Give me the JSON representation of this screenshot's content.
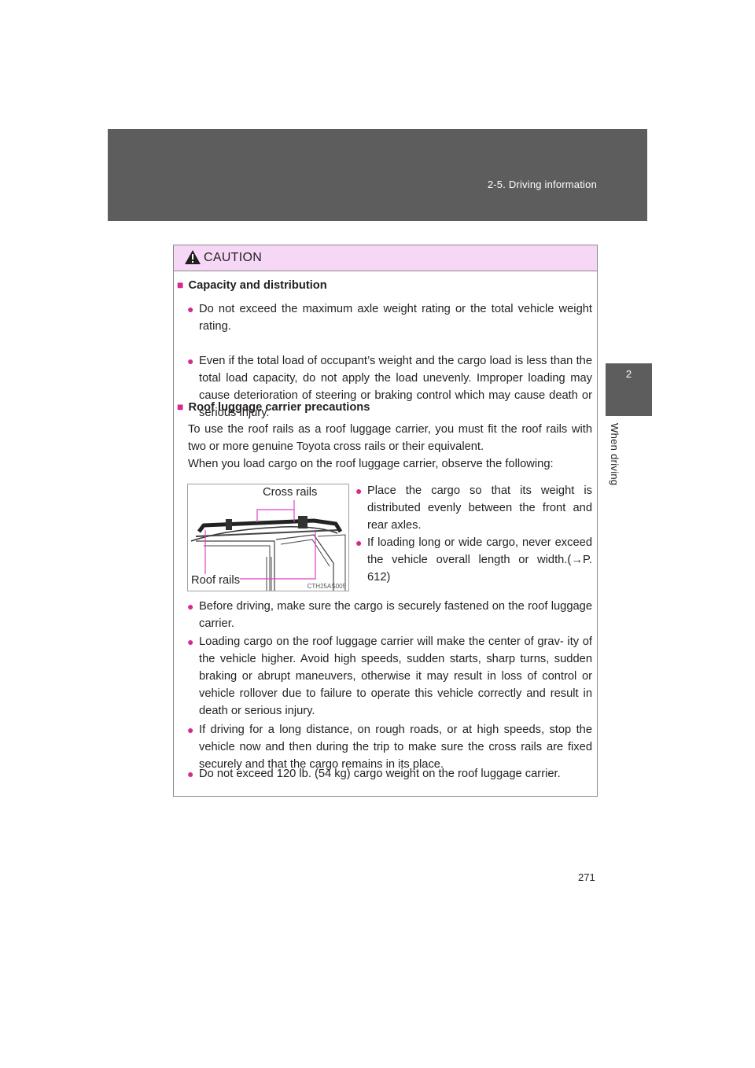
{
  "header": {
    "section": "2-5. Driving information"
  },
  "side_tab": {
    "number": "2",
    "label": "When driving"
  },
  "caution": {
    "title": "CAUTION",
    "sections": [
      {
        "heading": "Capacity and distribution",
        "bullets": [
          "Do not exceed the maximum axle weight rating or the total vehicle weight rating.",
          "Even if the total load of occupant’s weight and the cargo load is less than the total load capacity, do not apply the load unevenly. Improper loading may cause deterioration of steering or braking control which may cause death or serious injury."
        ]
      },
      {
        "heading": "Roof luggage carrier precautions",
        "paragraphs": [
          "To use the roof rails as a roof luggage carrier, you must fit the roof rails with two or more genuine Toyota cross rails or their equivalent.",
          "When you load cargo on the roof luggage carrier, observe the following:"
        ],
        "figure": {
          "label_cross_rails": "Cross rails",
          "label_roof_rails": "Roof rails",
          "code": "CTH25AS005"
        },
        "side_bullets": [
          "Place the cargo so that its weight is distributed evenly between the front and rear axles.",
          "If loading long or wide cargo, never exceed the vehicle overall length or width.(→P. 612)"
        ],
        "bullets": [
          "Before driving, make sure the cargo is securely fastened on the roof luggage carrier.",
          "Loading cargo on the roof luggage carrier will make the center of grav- ity of the vehicle higher. Avoid high speeds, sudden starts, sharp turns, sudden braking or abrupt maneuvers, otherwise it may result in loss of control or vehicle rollover due to failure to operate this vehicle correctly and result in death or serious injury.",
          "If driving for a long distance, on rough roads, or at high speeds, stop the vehicle now and then during the trip to make sure the cross rails are fixed securely and that the cargo remains in its place.",
          "Do not exceed 120 lb. (54 kg) cargo weight on the roof luggage carrier."
        ]
      }
    ]
  },
  "page_number": "271",
  "colors": {
    "header_band": "#5d5d5d",
    "caution_header": "#f6d8f6",
    "bullet": "#d42a90",
    "callout_line": "#e040c8"
  },
  "icons": [
    "warning-triangle-icon"
  ]
}
